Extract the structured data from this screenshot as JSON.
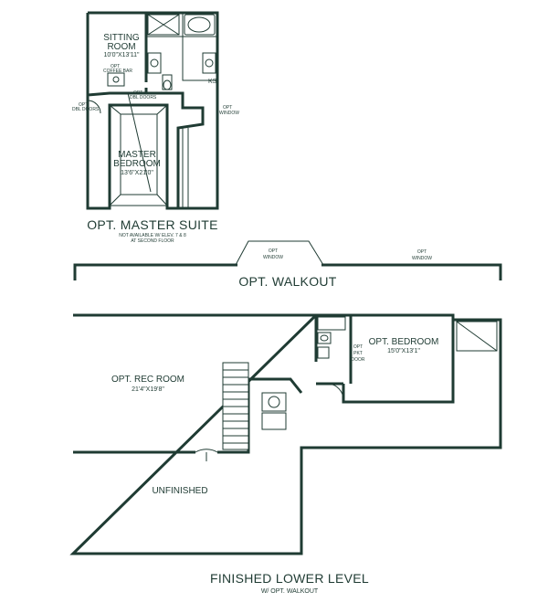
{
  "master_suite": {
    "title": "OPT. MASTER SUITE",
    "note_line1": "NOT AVAILABLE W/ ELEV. 7 & 8",
    "note_line2": "AT SECOND FLOOR",
    "sitting_room": {
      "name_line1": "SITTING",
      "name_line2": "ROOM",
      "dims": "10'0\"X13'11\""
    },
    "master_bedroom": {
      "name_line1": "MASTER",
      "name_line2": "BEDROOM",
      "dims": "13'6\"X21'0\""
    },
    "opt_window_line1": "OPT",
    "opt_window_line2": "WINDOW",
    "ks_label": "KS",
    "coffee_bar_line1": "OPT",
    "coffee_bar_line2": "COFFEE BAR",
    "dbl_doors_a_line1": "OPT",
    "dbl_doors_a_line2": "DBL DOORS",
    "dbl_doors_b_line1": "OPT",
    "dbl_doors_b_line2": "DBL DOORS"
  },
  "walkout": {
    "title": "OPT. WALKOUT",
    "window_left_line1": "OPT",
    "window_left_line2": "WINDOW",
    "window_right_line1": "OPT",
    "window_right_line2": "WINDOW"
  },
  "lower_level": {
    "title": "FINISHED LOWER LEVEL",
    "subtitle": "W/ OPT. WALKOUT",
    "rec_room": {
      "name": "OPT. REC ROOM",
      "dims": "21'4\"X19'8\""
    },
    "bedroom": {
      "name": "OPT. BEDROOM",
      "dims": "15'0\"X13'1\""
    },
    "unfinished": "UNFINISHED",
    "pkt_door_line1": "OPT",
    "pkt_door_line2": "PKT",
    "pkt_door_line3": "DOOR"
  },
  "colors": {
    "ink": "#1f3b33",
    "background": "#ffffff"
  }
}
